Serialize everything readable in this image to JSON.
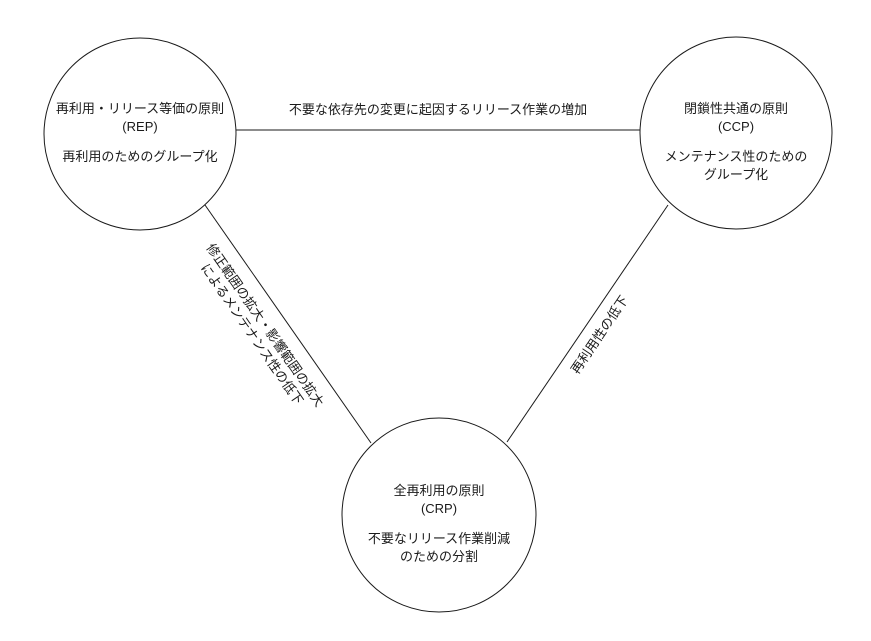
{
  "diagram": {
    "type": "triangle-relationship",
    "background": "#ffffff",
    "stroke_color": "#1a1a1a",
    "nodes": [
      {
        "id": "rep",
        "title": "再利用・リリース等価の原則",
        "code": "(REP)",
        "description": "再利用のためのグループ化"
      },
      {
        "id": "ccp",
        "title": "閉鎖性共通の原則",
        "code": "(CCP)",
        "description_line1": "メンテナンス性のための",
        "description_line2": "グループ化"
      },
      {
        "id": "crp",
        "title": "全再利用の原則",
        "code": "(CRP)",
        "description_line1": "不要なリリース作業削減",
        "description_line2": "のための分割"
      }
    ],
    "edges": [
      {
        "id": "rep-ccp",
        "from": "rep",
        "to": "ccp",
        "label": "不要な依存先の変更に起因するリリース作業の増加"
      },
      {
        "id": "rep-crp",
        "from": "rep",
        "to": "crp",
        "label_line1": "修正範囲の拡大・影響範囲の拡大",
        "label_line2": "によるメンテナンス性の低下"
      },
      {
        "id": "ccp-crp",
        "from": "ccp",
        "to": "crp",
        "label": "再利用性の低下"
      }
    ]
  }
}
